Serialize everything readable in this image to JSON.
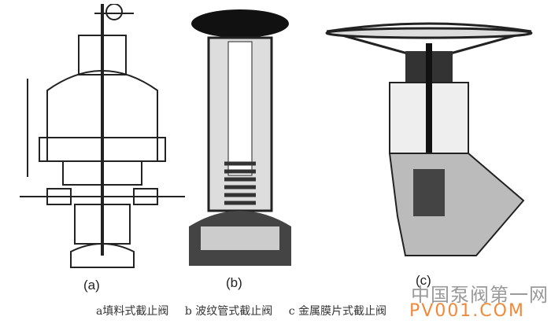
{
  "labels": {
    "a": "(a)",
    "b": "(b)",
    "c": "(c)"
  },
  "caption": {
    "a": "a填料式截止阀",
    "b": "b 波纹管式截止阀",
    "c": "c 金属膜片式截止阀"
  },
  "watermark": {
    "cn": "中国泵阀第一网",
    "url": "PV001.COM",
    "url_color": "#f08a3a"
  }
}
